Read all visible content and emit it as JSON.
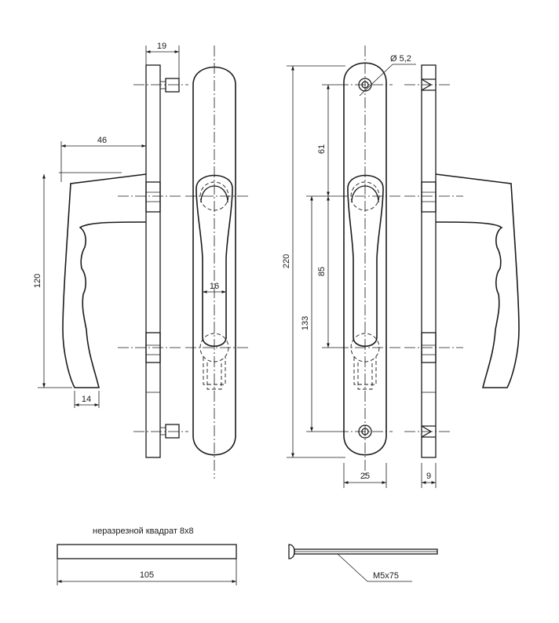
{
  "dimensions": {
    "d19": "19",
    "d46": "46",
    "d120": "120",
    "d14": "14",
    "d16": "16",
    "d220": "220",
    "d61": "61",
    "d85": "85",
    "d133": "133",
    "d25": "25",
    "d9": "9",
    "d52": "Ø 5,2"
  },
  "accessories": {
    "square_label": "неразрезной квадрат 8x8",
    "square_length": "105",
    "screw_label": "M5x75"
  },
  "colors": {
    "line": "#1a1a1a",
    "background": "#ffffff"
  }
}
